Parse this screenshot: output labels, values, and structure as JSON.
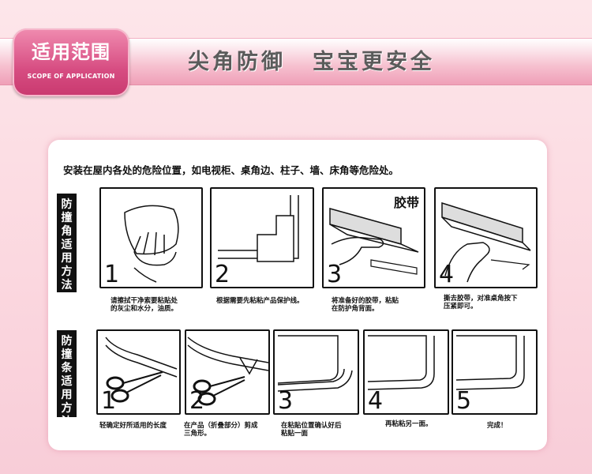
{
  "banner": {
    "badge_title": "适用范围",
    "badge_subtitle": "SCOPE OF APPLICATION",
    "headline_part1": "尖角防御",
    "headline_part2": "宝宝更安全"
  },
  "intro": "安装在屋内各处的危险位置，如电视柜、桌角边、柱子、墙、床角等危险处。",
  "section1": {
    "label_chars": [
      "防",
      "撞",
      "角",
      "适",
      "用",
      "方",
      "法"
    ],
    "steps": [
      {
        "number": "1",
        "caption_lines": [
          "请擦拭干净索要粘贴处",
          "的灰尘和水分，油质。"
        ]
      },
      {
        "number": "2",
        "caption_lines": [
          "根据需要先粘粘产品保护线。"
        ]
      },
      {
        "number": "3",
        "label": "胶带",
        "caption_lines": [
          "将准备好的胶带，粘贴",
          "在防护角背面。"
        ]
      },
      {
        "number": "4",
        "caption_lines": [
          "撕去胶带，对准桌角按下",
          "压紧即可。"
        ]
      }
    ]
  },
  "section2": {
    "label_chars": [
      "防",
      "撞",
      "条",
      "适",
      "用",
      "方",
      "法"
    ],
    "steps": [
      {
        "number": "1",
        "caption_lines": [
          "轻确定好所适用的长度"
        ]
      },
      {
        "number": "2",
        "caption_lines": [
          "在产品（折叠部分）剪成",
          "三角形。"
        ]
      },
      {
        "number": "3",
        "caption_lines": [
          "在粘贴位置确认好后",
          "粘贴一面"
        ]
      },
      {
        "number": "4",
        "caption_lines": [
          "再粘粘另一面。"
        ]
      },
      {
        "number": "5",
        "caption_lines": [
          "完成！"
        ]
      }
    ]
  }
}
